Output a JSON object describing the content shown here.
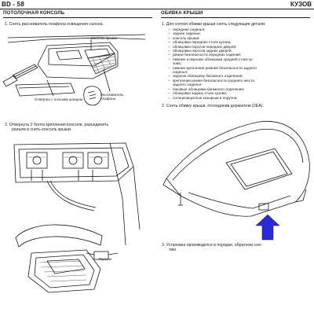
{
  "header": {
    "page_code": "BD - 58",
    "chapter": "КУЗОВ"
  },
  "left": {
    "title": "ПОТОЛОЧНАЯ КОНСОЛЬ",
    "step1": "1.  Снять рассеиватель плафона освещения салона.",
    "label_console": "Консоль крыши",
    "label_screwdriver": "Отвертка с плоским шлицем",
    "label_diffuser_1": "Рассеиватель",
    "label_diffuser_2": "плафона",
    "step2_line1": "2.  Отвернуть 2 болта крепления консоли, разъединить",
    "step2_line2": "разъем и снять консоль крыши.",
    "label_connector": "Разъем"
  },
  "right": {
    "title": "ОБИВКА КРЫШИ",
    "step1_line1": "1.  Для снятия обивки крыши снять следующие детали:",
    "items": [
      "передние сиденья;",
      "заднее сиденье;",
      "консоль крыши;",
      "облицовки передних стоек кузова;",
      "облицовки порогов передних дверей;",
      "облицовки порогов задних дверей;",
      "ремни безопасности передних сидений;",
      "нижние и верхние облицовки средней стоек ку-",
      "зова;",
      "нижние крепления ремней безопасности заднего",
      "сиденья;",
      "заднюю облицовку багажного отделения;",
      "крепление ремня безопасности среднего места",
      "заднего сиденья;",
      "боковые облицовки багажного отделения;",
      "облицовки задних стоек кузова;",
      "солнцезащитные козырьки и поручни."
    ],
    "step2": "2.  Снять обивку крыши, отсоединив держатели (2ЕА).",
    "step3_line1": "3.  Установка производится в порядке, обратном сня-",
    "step3_line2": "тию."
  },
  "colors": {
    "text": "#1a1a1a",
    "arrow_fill": "#2b2bd6"
  }
}
